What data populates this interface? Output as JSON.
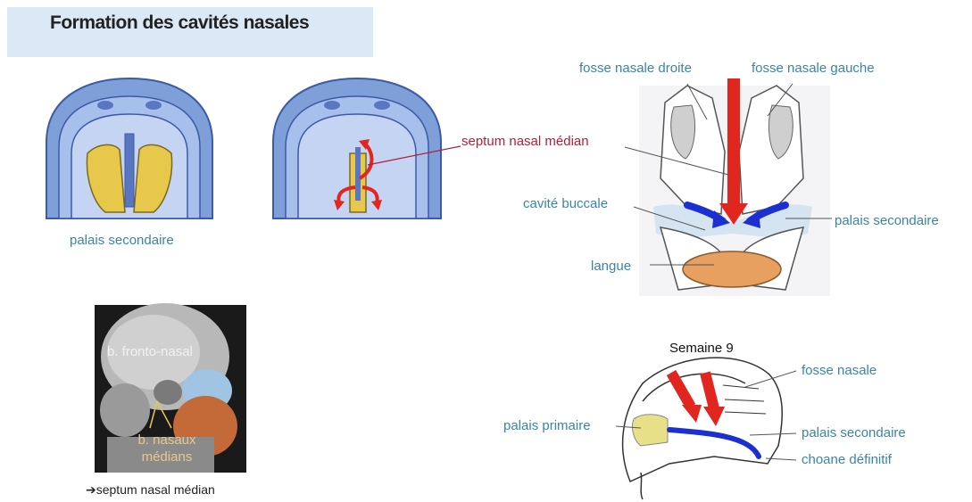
{
  "title": "Formation des cavités nasales",
  "labels": {
    "palais_secondaire_left": "palais secondaire",
    "septum_nasal_median": "septum nasal médian",
    "fosse_nasale_droite": "fosse nasale droite",
    "fosse_nasale_gauche": "fosse nasale gauche",
    "cavite_buccale": "cavité buccale",
    "palais_secondaire_right": "palais secondaire",
    "langue": "langue",
    "b_fronto_nasal": "b. fronto-nasal",
    "b_nasaux_medians_1": "b. nasaux",
    "b_nasaux_medians_2": "médians",
    "arrow_septum_text": "septum nasal médian",
    "semaine": "Semaine 9",
    "fosse_nasale": "fosse nasale",
    "palais_primaire": "palais primaire",
    "palais_secondaire_bottom": "palais secondaire",
    "choane_definitif": "choane définitif"
  },
  "arrow_glyph": "➔",
  "colors": {
    "title_bg": "#dbe8f5",
    "label_blue": "#3a84a8",
    "label_red": "#b0203a",
    "arrow_red": "#e0261f",
    "arrow_blue": "#1c2fd0",
    "palate_yellow": "#e8c84a",
    "tongue_orange": "#e8a060",
    "mouth_blue": "#7f9fd8"
  }
}
